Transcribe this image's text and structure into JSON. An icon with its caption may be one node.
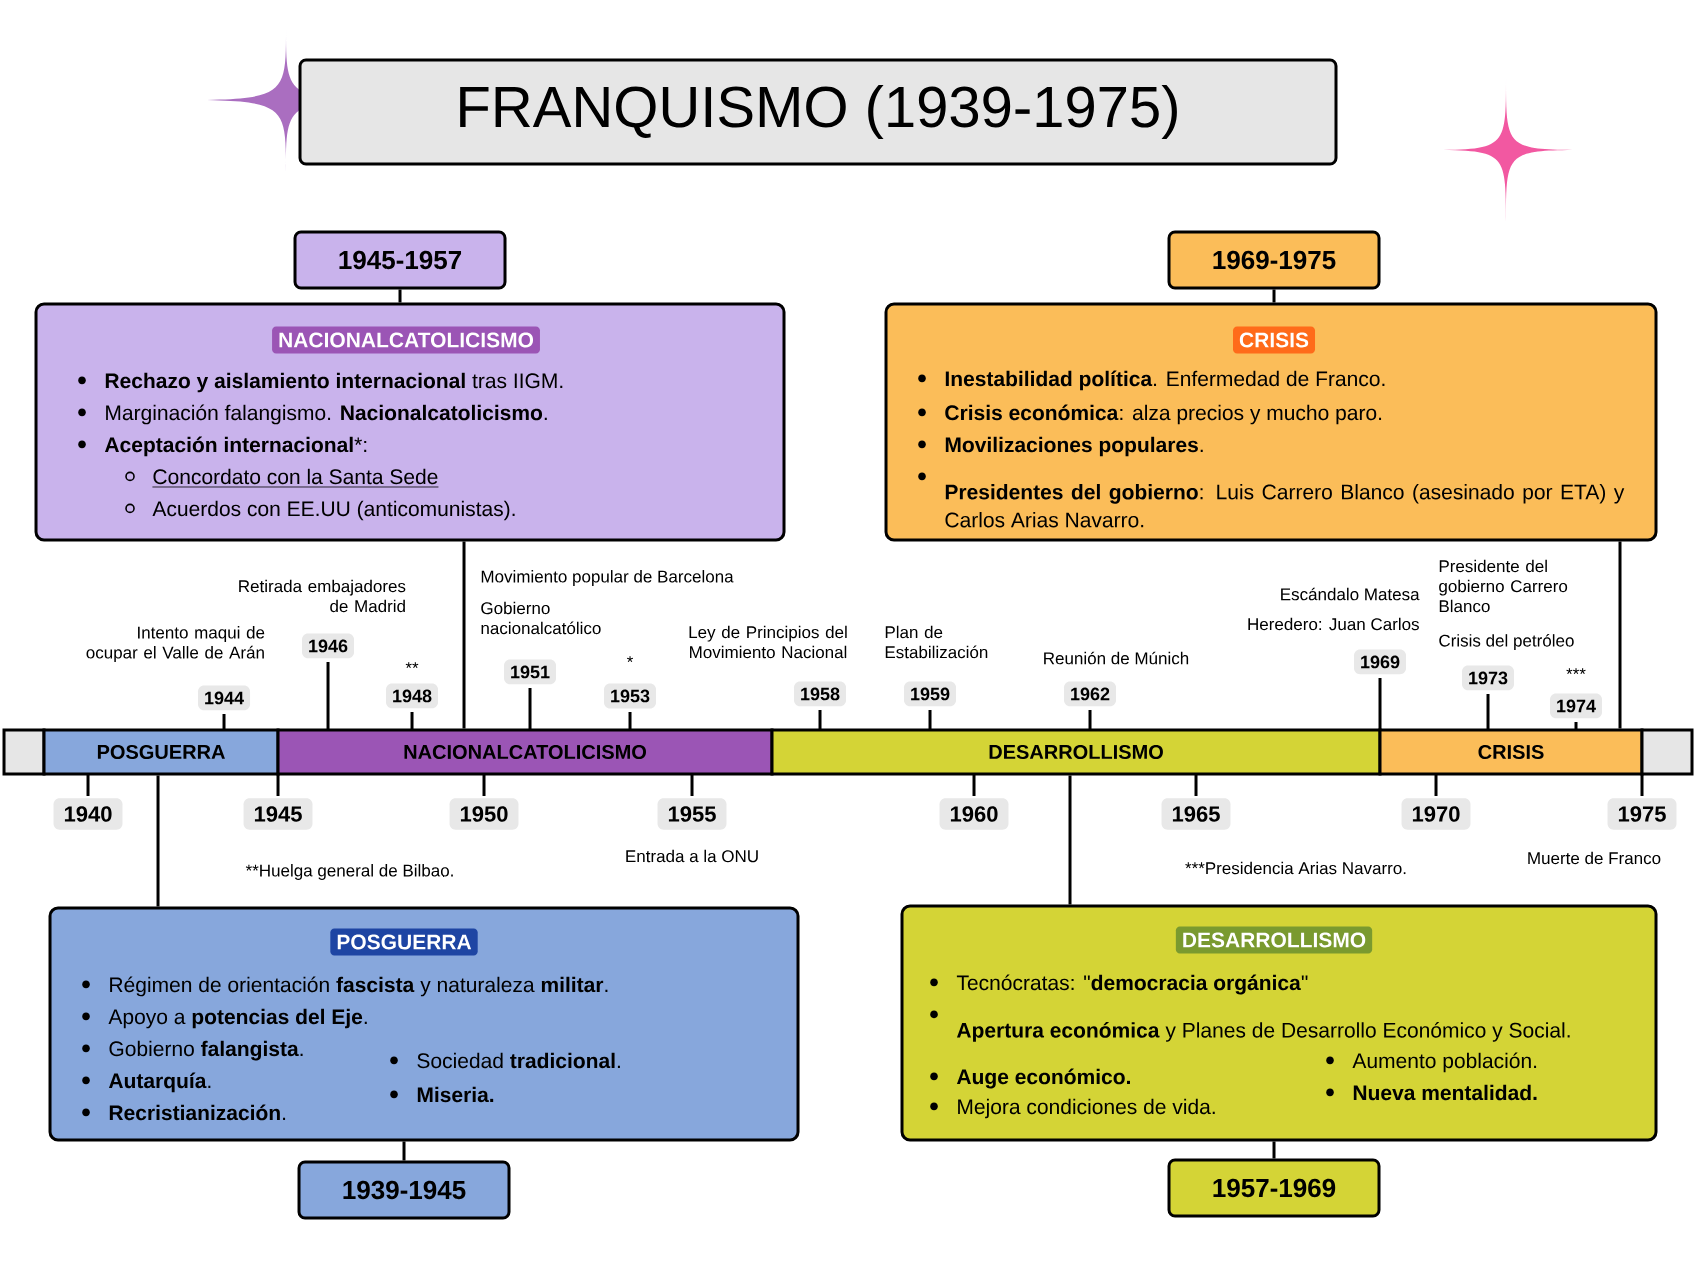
{
  "diagram": {
    "nodes": [
      {
        "text": [
          "FRANQUISMO (1939-1975)"
        ]
      },
      {
        "text": [
          "1945-1957"
        ]
      },
      {
        "text": [
          "NACIONALCATOLICISMO",
          "**Rechazo y aislamiento internacional** tras IIGM.",
          "Marginación falangismo. **Nacionalcatolicismo**.",
          "**Aceptación internacional***:",
          "Concordato con la Santa Sede",
          "Acuerdos con EE.UU (anticomunistas)."
        ]
      },
      {
        "text": [
          "1969-1975"
        ]
      },
      {
        "text": [
          "CRISIS",
          "**Inestabilidad política**. Enfermedad de Franco.",
          "**Crisis económica**: alza precios y mucho paro.",
          "**Movilizaciones populares**.",
          "**Presidentes del gobierno**: Luis Carrero Blanco (asesinado por ETA) y Carlos Arias Navarro."
        ]
      },
      {
        "text": [],
        "shape": "bar"
      },
      {
        "text": [
          "POSGUERRA"
        ],
        "beside": [
          "1944",
          "1940",
          "1945"
        ]
      },
      {
        "text": [
          "NACIONALCATOLICISMO"
        ],
        "beside": [
          "1946",
          "1948",
          "1951",
          "1953",
          "1950",
          "1955"
        ]
      },
      {
        "text": [
          "DESARROLLISMO"
        ],
        "beside": [
          "1958",
          "1959",
          "1962",
          "1960",
          "1965"
        ]
      },
      {
        "text": [
          "CRISIS"
        ],
        "beside": [
          "1969",
          "1973",
          "1974",
          "1970",
          "1975"
        ]
      },
      {
        "text": [],
        "shape": "bar"
      },
      {
        "text": [
          "POSGUERRA",
          "Régimen de orientación **fascista** y naturaleza **militar**.",
          "Apoyo a **potencias del Eje**.",
          "Gobierno **falangista**.",
          "**Autarquía**.",
          "**Recristianización**.",
          "Sociedad **tradicional**.",
          "**Miseria.**"
        ]
      },
      {
        "text": [
          "1939-1945"
        ]
      },
      {
        "text": [
          "DESARROLLISMO",
          "Tecnócratas: \"**democracia orgánica**\"",
          "**Apertura económica** y Planes de Desarrollo Económico y Social.",
          "**Auge económico.**",
          "Mejora condiciones de vida.",
          "Aumento población.",
          "**Nueva mentalidad.**"
        ]
      },
      {
        "text": [
          "1957-1969"
        ]
      }
    ],
    "edges": [
      {
        "from": 1,
        "to": 2,
        "arrow": "none"
      },
      {
        "from": 2,
        "to": 7,
        "arrow": "none"
      },
      {
        "from": 3,
        "to": 4,
        "arrow": "none"
      },
      {
        "from": 4,
        "to": 9,
        "arrow": "none"
      },
      {
        "from": 6,
        "to": 11,
        "arrow": "none"
      },
      {
        "from": 11,
        "to": 12,
        "arrow": "none"
      },
      {
        "from": 8,
        "to": 13,
        "arrow": "none"
      },
      {
        "from": 13,
        "to": 14,
        "arrow": "none"
      }
    ],
    "labels": [
      "Intento maqui de ocupar el Valle de Arán",
      "Retirada embajadores de Madrid",
      "**",
      "Movimiento popular de Barcelona",
      "Gobierno nacionalcatólico",
      "*",
      "Ley de Principios del Movimiento Nacional",
      "Plan de Estabilización",
      "Reunión de Múnich",
      "Escándalo Matesa",
      "Heredero: Juan Carlos",
      "Presidente del gobierno Carrero Blanco",
      "Crisis del petróleo",
      "***",
      "Entrada a la ONU",
      "**Huelga general de Bilbao.",
      "***Presidencia Arias Navarro.",
      "Muerte de Franco"
    ]
  }
}
